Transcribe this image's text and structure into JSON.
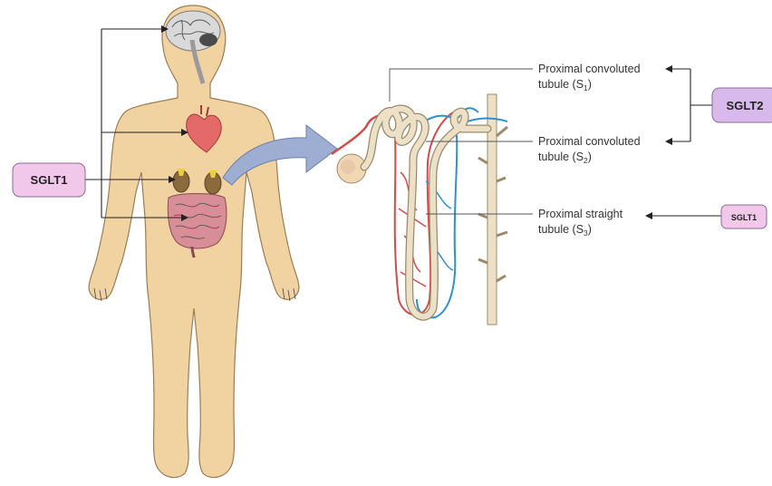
{
  "labels": {
    "sglt1_left": "SGLT1",
    "sglt2": "SGLT2",
    "sglt1_right": "SGLT1",
    "pct_s1_line1": "Proximal convoluted",
    "pct_s1_line2": "tubule (S",
    "pct_s1_sub": "1",
    "pct_s2_line1": "Proximal convoluted",
    "pct_s2_line2": "tubule (S",
    "pct_s2_sub": "2",
    "pst_s3_line1": "Proximal straight",
    "pst_s3_line2": "tubule (S",
    "pst_s3_sub": "3",
    "close_paren": ")"
  },
  "colors": {
    "skin": "#f1d3a2",
    "skin_outline": "#9a7d55",
    "label_box_fill": "#f2c8ea",
    "sglt2_box_fill": "#d8b9ec",
    "artery": "#d24b4b",
    "vein": "#2f8fd0",
    "tubule": "#ece0c6",
    "big_arrow": "#9eaed2"
  },
  "icons": [
    "brain-icon",
    "heart-icon",
    "kidney-icon",
    "intestine-icon",
    "nephron-icon",
    "big-arrow-icon"
  ]
}
